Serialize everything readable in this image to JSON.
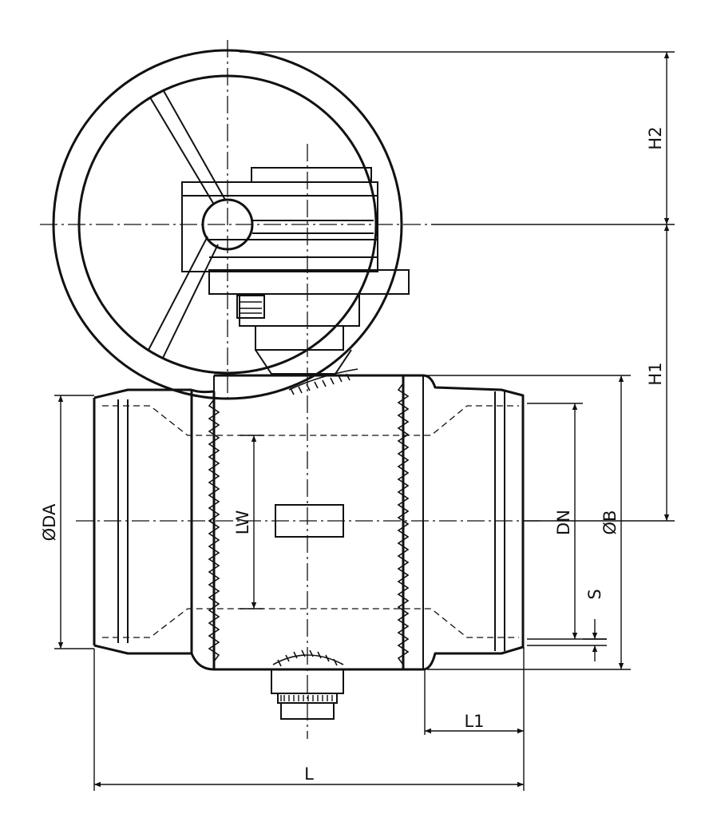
{
  "labels": {
    "h2": "H2",
    "h1": "H1",
    "da": "ØDA",
    "lw": "LW",
    "dn": "DN",
    "b": "ØB",
    "s": "S",
    "l1": "L1",
    "l": "L"
  }
}
